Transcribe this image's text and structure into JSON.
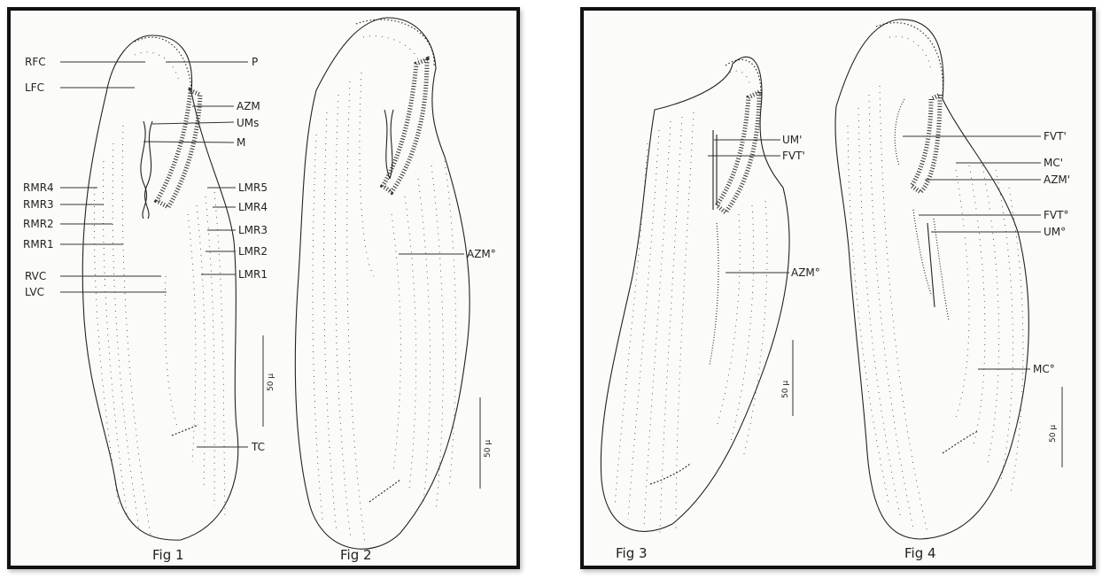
{
  "figure_captions": [
    "Fig 1",
    "Fig 2",
    "Fig 3",
    "Fig 4"
  ],
  "scale_bar_label": "50 µ",
  "fig1_labels": {
    "RFC": "RFC",
    "LFC": "LFC",
    "P": "P",
    "AZM": "AZM",
    "UMs": "UMs",
    "M": "M",
    "RMR4": "RMR4",
    "RMR3": "RMR3",
    "RMR2": "RMR2",
    "RMR1": "RMR1",
    "RVC": "RVC",
    "LVC": "LVC",
    "LMR5": "LMR5",
    "LMR4": "LMR4",
    "LMR3": "LMR3",
    "LMR2": "LMR2",
    "LMR1": "LMR1",
    "TC": "TC"
  },
  "fig2_labels": {
    "AZM_o": "AZM°"
  },
  "fig3_labels": {
    "UM_p": "UM'",
    "FVT_p": "FVT'",
    "AZM_o": "AZM°"
  },
  "fig4_labels": {
    "FVT_p": "FVT'",
    "MC_p": "MC'",
    "AZM_p": "AZM'",
    "FVT_o": "FVT°",
    "UM_o": "UM°",
    "MC_o": "MC°"
  },
  "colors": {
    "ink": "#222222",
    "paper": "#fbfbf9",
    "frame": "#111111"
  }
}
